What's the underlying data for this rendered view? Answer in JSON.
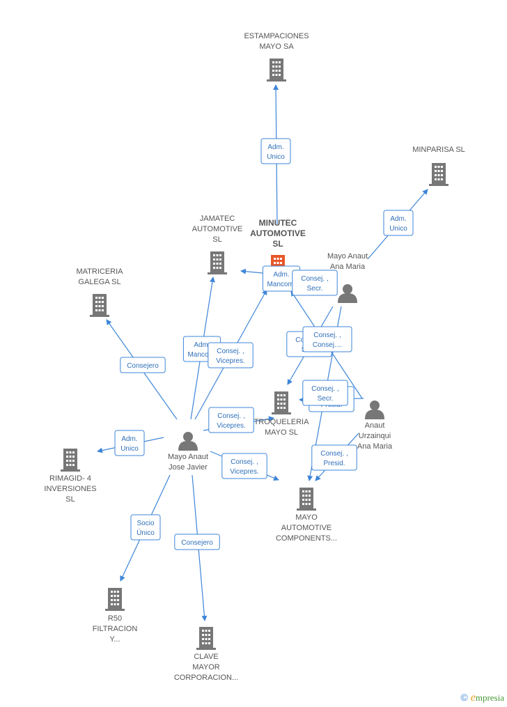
{
  "colors": {
    "edge": "#3d85d8",
    "company": "#777777",
    "person": "#777777",
    "focus": "#e8572a"
  },
  "nodes": [
    {
      "id": "estampaciones",
      "type": "company",
      "lines": [
        "ESTAMPACIONES",
        "MAYO SA"
      ]
    },
    {
      "id": "minparisa",
      "type": "company",
      "lines": [
        "MINPARISA  SL"
      ]
    },
    {
      "id": "jamatec",
      "type": "company",
      "lines": [
        "JAMATEC",
        "AUTOMOTIVE",
        "SL"
      ]
    },
    {
      "id": "minutec",
      "type": "focus",
      "lines": [
        "MINUTEC",
        "AUTOMOTIVE",
        "SL"
      ]
    },
    {
      "id": "ana_maria",
      "type": "person",
      "lines": [
        "Mayo Anaut",
        "Ana Maria"
      ]
    },
    {
      "id": "matriceria",
      "type": "company",
      "lines": [
        "MATRICERIA",
        "GALEGA SL"
      ]
    },
    {
      "id": "troqueleria",
      "type": "company",
      "lines": [
        "TROQUELERIA",
        "MAYO  SL"
      ]
    },
    {
      "id": "anaut_urz",
      "type": "person",
      "lines": [
        "Anaut",
        "Urzainqui",
        "Ana Maria"
      ]
    },
    {
      "id": "jose_javier",
      "type": "person",
      "lines": [
        "Mayo Anaut",
        "Jose Javier"
      ]
    },
    {
      "id": "rimagid",
      "type": "company",
      "lines": [
        "RIMAGID- 4",
        "INVERSIONES",
        "SL"
      ]
    },
    {
      "id": "mayo_comp",
      "type": "company",
      "lines": [
        "MAYO",
        "AUTOMOTIVE",
        "COMPONENTS..."
      ]
    },
    {
      "id": "r50",
      "type": "company",
      "lines": [
        "R50",
        "FILTRACION",
        "Y..."
      ]
    },
    {
      "id": "clave",
      "type": "company",
      "lines": [
        "CLAVE",
        "MAYOR",
        "CORPORACION..."
      ]
    }
  ],
  "edges": [
    {
      "from": "minutec",
      "to": "estampaciones",
      "label": [
        "Adm.",
        "Unico"
      ]
    },
    {
      "from": "ana_maria",
      "to": "minparisa",
      "label": [
        "Adm.",
        "Unico"
      ]
    },
    {
      "from": "minutec",
      "to": "jamatec",
      "label": [
        "Adm.",
        "Mancom."
      ]
    },
    {
      "from": "ana_maria",
      "to": "minutec",
      "label": [
        "Consej. ,",
        "Secr."
      ]
    },
    {
      "from": "jose_javier",
      "to": "matriceria",
      "label": [
        "Consejero"
      ]
    },
    {
      "from": "jose_javier",
      "to": "jamatec",
      "label": [
        "Adm.",
        "Mancom."
      ]
    },
    {
      "from": "jose_javier",
      "to": "minutec",
      "label": [
        "Consej. ,",
        "Vicepres."
      ]
    },
    {
      "from": "jose_javier",
      "to": "troqueleria",
      "label": [
        "Consej. ,",
        "Vicepres."
      ]
    },
    {
      "from": "jose_javier",
      "to": "rimagid",
      "label": [
        "Adm.",
        "Unico"
      ]
    },
    {
      "from": "jose_javier",
      "to": "mayo_comp",
      "label": [
        "Consej. ,",
        "Vicepres."
      ]
    },
    {
      "from": "jose_javier",
      "to": "r50",
      "label": [
        "Socio",
        "Único"
      ]
    },
    {
      "from": "jose_javier",
      "to": "clave",
      "label": [
        "Consejero"
      ]
    },
    {
      "from": "ana_maria",
      "to": "troqueleria",
      "label": [
        "Consej. ,",
        "Secr."
      ]
    },
    {
      "from": "anaut_urz",
      "to": "minutec",
      "label": [
        "Consej. ,",
        "Consej...."
      ]
    },
    {
      "from": "anaut_urz",
      "to": "troqueleria",
      "label": [
        "Consej. ,",
        "Presid."
      ]
    },
    {
      "from": "ana_maria",
      "to": "mayo_comp",
      "label": [
        "Consej. ,",
        "Secr."
      ]
    },
    {
      "from": "anaut_urz",
      "to": "mayo_comp",
      "label": [
        "Consej. ,",
        "Presid."
      ]
    }
  ],
  "brand": {
    "copyright": "©",
    "initial": "e",
    "rest": "mpresia"
  }
}
